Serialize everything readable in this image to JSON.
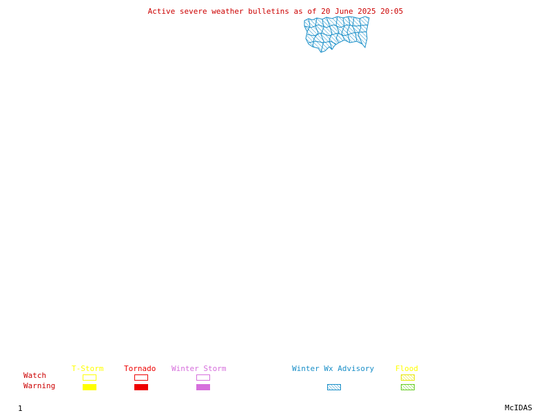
{
  "title": "Active severe weather bulletins as of 20 June 2025 20:05",
  "colors": {
    "title": "#cc0000",
    "advisory": "#1a8fc8",
    "tstorm": "#ffff00",
    "tornado": "#ee0000",
    "winter_storm": "#d66fdc",
    "flood": "#ffff00",
    "flood_warning": "#66cc22"
  },
  "map": {
    "active_bulletin": "Winter Wx Advisory",
    "region_fill": "hatched"
  },
  "legend": {
    "row_labels": {
      "watch": "Watch",
      "warning": "Warning"
    },
    "categories": [
      {
        "key": "tstorm",
        "label": "T-Storm",
        "watch": "outline",
        "warning": "solid"
      },
      {
        "key": "tornado",
        "label": "Tornado",
        "watch": "outline",
        "warning": "solid"
      },
      {
        "key": "winter_storm",
        "label": "Winter Storm",
        "watch": "outline",
        "warning": "solid"
      },
      {
        "key": "winter_advisory",
        "label": "Winter Wx Advisory",
        "watch": "none",
        "warning": "hatched"
      },
      {
        "key": "flood",
        "label": "Flood",
        "watch": "hatched",
        "warning": "hatched"
      }
    ]
  },
  "footer": {
    "frame_number": "1",
    "brand": "McIDAS"
  }
}
